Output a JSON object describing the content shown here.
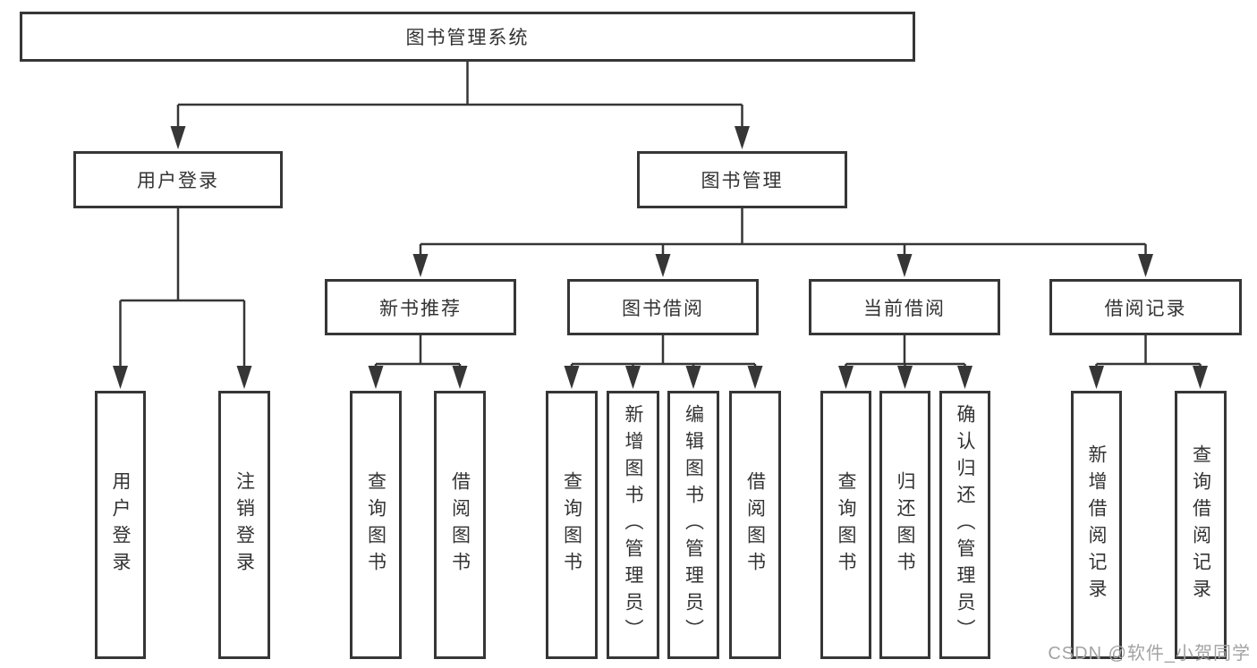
{
  "diagram": {
    "root": {
      "label": "图书管理系统"
    },
    "level2": [
      {
        "label": "用户登录"
      },
      {
        "label": "图书管理"
      }
    ],
    "level3": [
      {
        "label": "新书推荐"
      },
      {
        "label": "图书借阅"
      },
      {
        "label": "当前借阅"
      },
      {
        "label": "借阅记录"
      }
    ],
    "leaves": [
      {
        "label": "用户登录"
      },
      {
        "label": "注销登录"
      },
      {
        "label": "查询图书"
      },
      {
        "label": "借阅图书"
      },
      {
        "label": "查询图书"
      },
      {
        "label": "新增图书（管理员）"
      },
      {
        "label": "编辑图书（管理员）"
      },
      {
        "label": "借阅图书"
      },
      {
        "label": "查询图书"
      },
      {
        "label": "归还图书"
      },
      {
        "label": "确认归还（管理员）"
      },
      {
        "label": "新增借阅记录"
      },
      {
        "label": "查询借阅记录"
      }
    ]
  },
  "watermark": {
    "text": "CSDN @软件_小贺同学"
  },
  "colors": {
    "line": "#363636",
    "text": "#333333",
    "background": "#ffffff",
    "watermark": "#a3a3a3"
  }
}
